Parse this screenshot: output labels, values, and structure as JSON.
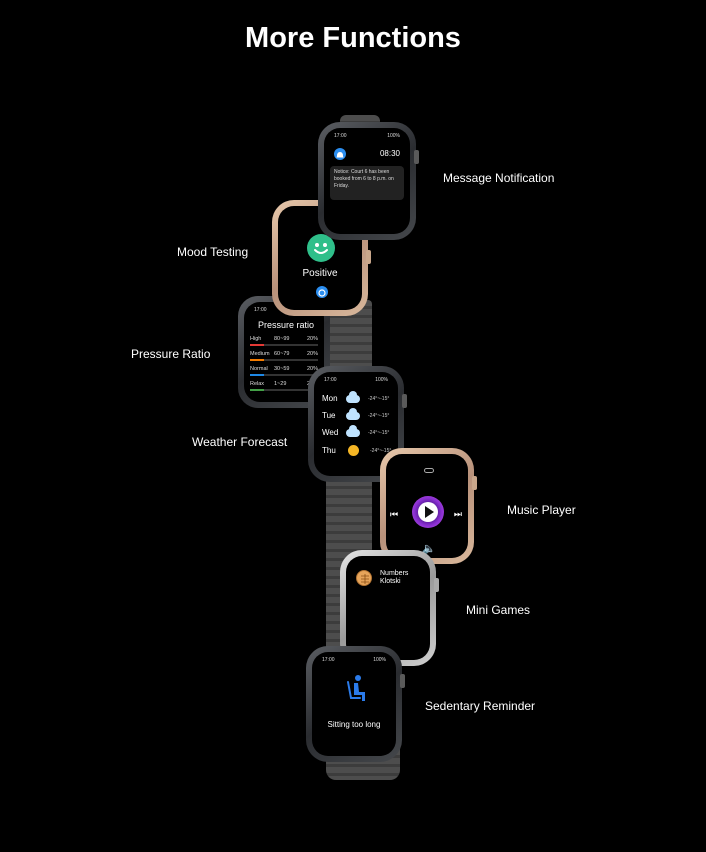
{
  "title": "More Functions",
  "labels": {
    "message": "Message Notification",
    "mood": "Mood Testing",
    "pressure": "Pressure Ratio",
    "weather": "Weather Forecast",
    "music": "Music Player",
    "games": "Mini Games",
    "sedentary": "Sedentary Reminder"
  },
  "message_screen": {
    "status_time": "17:00",
    "battery": "100%",
    "time": "08:30",
    "text": "Notice: Court 6 has been booked from 6 to 8 p.m. on Friday."
  },
  "mood_screen": {
    "result": "Positive"
  },
  "pressure_screen": {
    "status_time": "17:00",
    "title": "Pressure ratio",
    "rows": [
      {
        "level": "High",
        "range": "80~99",
        "pct": "20%",
        "color": "#e53935"
      },
      {
        "level": "Medium",
        "range": "60~79",
        "pct": "20%",
        "color": "#f57c00"
      },
      {
        "level": "Normal",
        "range": "30~59",
        "pct": "20%",
        "color": "#1e88e5"
      },
      {
        "level": "Relax",
        "range": "1~29",
        "pct": "20%",
        "color": "#43a047"
      }
    ]
  },
  "weather_screen": {
    "status_time": "17:00",
    "battery": "100%",
    "days": [
      {
        "day": "Mon",
        "icon": "cloud-icon",
        "temp": "-24°~-15°"
      },
      {
        "day": "Tue",
        "icon": "cloud-icon",
        "temp": "-24°~-15°"
      },
      {
        "day": "Wed",
        "icon": "cloud-icon",
        "temp": "-24°~-15°"
      },
      {
        "day": "Thu",
        "icon": "sun-icon",
        "temp": "-24°~-15°"
      }
    ]
  },
  "games_screen": {
    "game_line1": "Numbers",
    "game_line2": "Klotski"
  },
  "sedentary_screen": {
    "status_time": "17:00",
    "battery": "100%",
    "text": "Sitting too long"
  },
  "colors": {
    "mood_green": "#2fbf8a",
    "accent_blue": "#2b8ef0",
    "music_purple": "#8a2fd1",
    "sedentary_blue": "#2b7bea"
  }
}
